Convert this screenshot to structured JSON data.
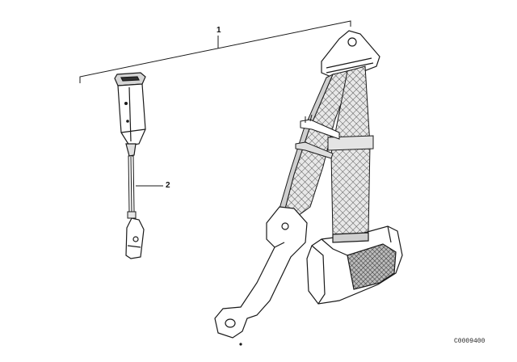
{
  "callouts": {
    "assembly": "1",
    "buckle_part": "2"
  },
  "diagram_id": "C0009400",
  "colors": {
    "line": "#1a1a1a",
    "background": "#ffffff"
  }
}
